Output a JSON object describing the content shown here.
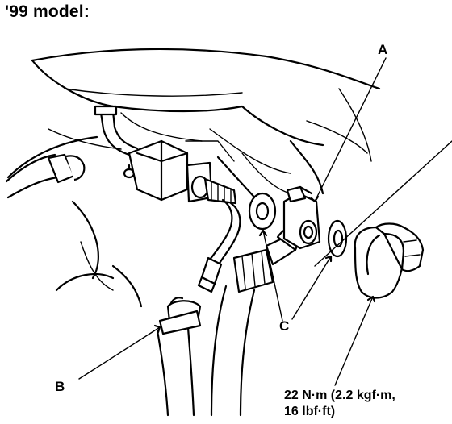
{
  "heading": "'99 model:",
  "callouts": {
    "a": "A",
    "b": "B",
    "c": "C"
  },
  "torque": {
    "line1": "22 N·m (2.2 kgf·m,",
    "line2": "16 lbf·ft)"
  }
}
